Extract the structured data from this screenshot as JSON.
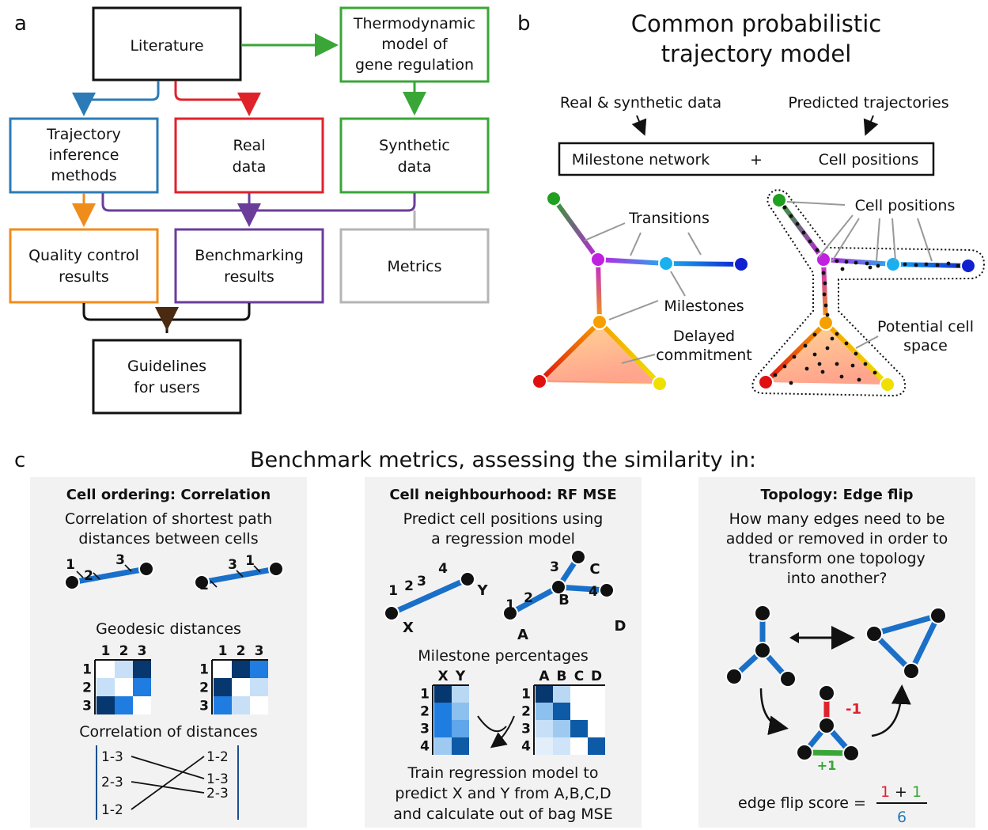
{
  "panel_a": {
    "label": "a",
    "literature": "Literature",
    "thermo": [
      "Thermodynamic",
      "model of",
      "gene regulation"
    ],
    "methods": [
      "Trajectory",
      "inference",
      "methods"
    ],
    "real": [
      "Real",
      "data"
    ],
    "synthetic": [
      "Synthetic",
      "data"
    ],
    "qc": [
      "Quality control",
      "results"
    ],
    "bench": [
      "Benchmarking",
      "results"
    ],
    "metrics": "Metrics",
    "guidelines": [
      "Guidelines",
      "for users"
    ],
    "colors": {
      "methods": "#2c7bb6",
      "real": "#e0222b",
      "synthetic": "#3aa637",
      "qc": "#f08c1a",
      "bench": "#6a3d9a",
      "metrics": "#b5b5b5",
      "guidelines": "#111111",
      "literature": "#111111"
    }
  },
  "panel_b": {
    "label": "b",
    "title": [
      "Common probabilistic",
      "trajectory model"
    ],
    "real_synth": "Real & synthetic data",
    "predicted": "Predicted trajectories",
    "milestone_network": "Milestone network",
    "plus": "+",
    "cell_positions": "Cell positions",
    "transitions": "Transitions",
    "milestones": "Milestones",
    "delayed": [
      "Delayed",
      "commitment"
    ],
    "cell_positions_2": "Cell positions",
    "potential": [
      "Potential cell",
      "space"
    ]
  },
  "panel_c": {
    "label": "c",
    "title": "Benchmark metrics, assessing the similarity in:",
    "box1": {
      "heading": "Cell ordering: Correlation",
      "desc": [
        "Correlation of shortest path",
        "distances between cells"
      ],
      "geo": "Geodesic distances",
      "corr": "Correlation of distances",
      "labels": [
        "1",
        "2",
        "3"
      ],
      "left_list": [
        "1-3",
        "2-3",
        "1-2"
      ],
      "right_list": [
        "1-2",
        "1-3",
        "2-3"
      ]
    },
    "box2": {
      "heading": "Cell neighbourhood: RF MSE",
      "desc": [
        "Predict cell positions using",
        "a regression model"
      ],
      "milestone_pct": "Milestone percentages",
      "train": [
        "Train regression model to",
        "predict X and Y from A,B,C,D",
        "and calculate out of bag MSE"
      ],
      "x": "X",
      "y": "Y",
      "a": "A",
      "b": "B",
      "c": "C",
      "d": "D",
      "rows": [
        "1",
        "2",
        "3",
        "4"
      ]
    },
    "box3": {
      "heading": "Topology: Edge flip",
      "desc": [
        "How many edges need to be",
        "added or removed in order to",
        "transform one topology",
        "into another?"
      ],
      "minus": "-1",
      "plus": "+1",
      "score_label": "edge flip score =",
      "num_a": "1",
      "num_plus": "+",
      "num_b": "1",
      "den": "6"
    }
  }
}
